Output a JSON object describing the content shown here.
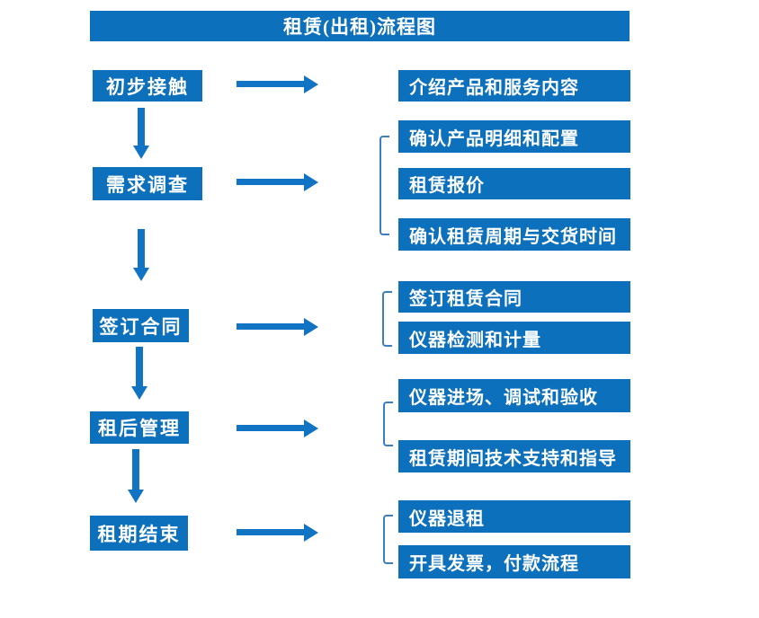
{
  "title": "租赁(出租)流程图",
  "colors": {
    "box_blue": "#0d70bc",
    "arrow_blue": "#1173c4",
    "bracket_blue": "#3d7ebf",
    "text_white": "#ffffff"
  },
  "flow": {
    "steps": [
      {
        "label": "初步接触",
        "outputs": [
          "介绍产品和服务内容"
        ]
      },
      {
        "label": "需求调查",
        "outputs": [
          "确认产品明细和配置",
          "租赁报价",
          "确认租赁周期与交货时间"
        ]
      },
      {
        "label": "签订合同",
        "outputs": [
          "签订租赁合同",
          "仪器检测和计量"
        ]
      },
      {
        "label": "租后管理",
        "outputs": [
          "仪器进场、调试和验收",
          "租赁期间技术支持和指导"
        ]
      },
      {
        "label": "租期结束",
        "outputs": [
          "仪器退租",
          "开具发票，付款流程"
        ]
      }
    ]
  }
}
